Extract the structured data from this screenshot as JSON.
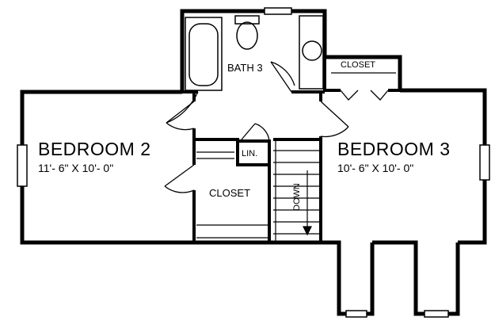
{
  "rooms": {
    "bedroom2": {
      "name": "BEDROOM 2",
      "dims": "11'- 6\" X 10'- 0\""
    },
    "bedroom3": {
      "name": "BEDROOM 3",
      "dims": "10'- 6\" X 10'- 0\""
    },
    "bath3": {
      "name": "BATH 3"
    },
    "closet_center": {
      "name": "CLOSET"
    },
    "closet_top": {
      "name": "CLOSET"
    },
    "linen": {
      "name": "LIN."
    },
    "stairs": {
      "label": "DOWN"
    }
  },
  "colors": {
    "ink": "#000000",
    "paper": "#ffffff"
  }
}
